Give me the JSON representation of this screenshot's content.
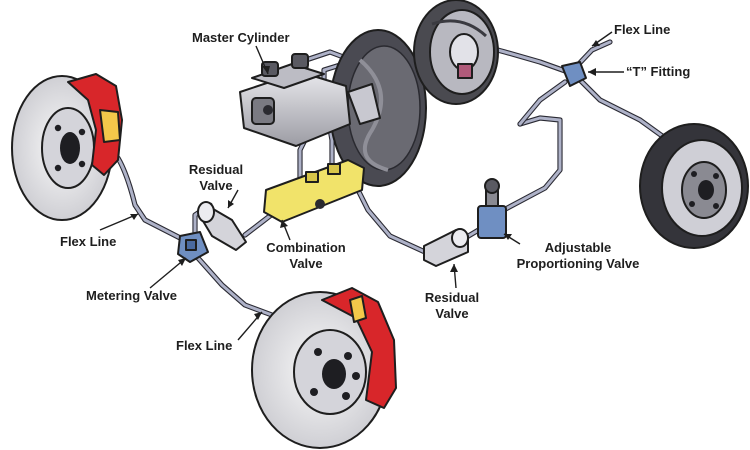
{
  "labels": {
    "master_cylinder": "Master Cylinder",
    "flex_line_top": "Flex Line",
    "t_fitting": "“T” Fitting",
    "residual_valve_left": [
      "Residual",
      "Valve"
    ],
    "combination_valve": [
      "Combination",
      "Valve"
    ],
    "flex_line_left": "Flex Line",
    "metering_valve": "Metering Valve",
    "flex_line_bottom": "Flex Line",
    "adjustable_proportioning_valve": [
      "Adjustable",
      "Proportioning Valve"
    ],
    "residual_valve_right": [
      "Residual",
      "Valve"
    ]
  },
  "colors": {
    "caliper": "#d8262a",
    "combination_valve": "#f1e36a",
    "valve_blue": "#6f8fc2",
    "disc": "#e4e4e8",
    "drum": "#4a4a50",
    "brake_line": "#aeb2c8"
  }
}
